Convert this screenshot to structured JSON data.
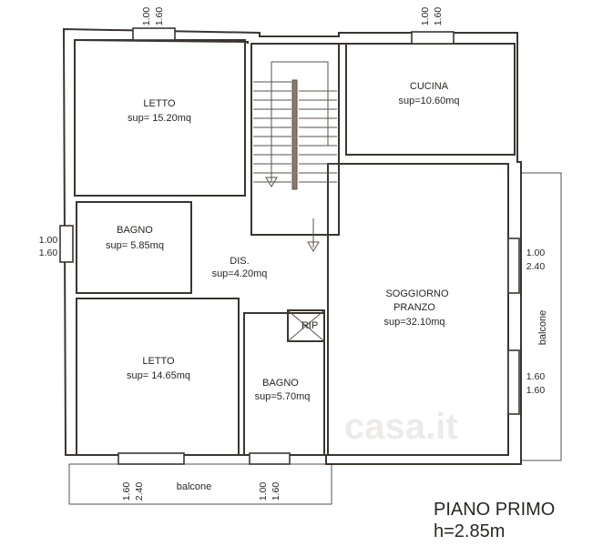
{
  "title": "PIANO PRIMO",
  "height": "h=2.85m",
  "watermark": "casa.it",
  "rooms": [
    {
      "name": "LETTO",
      "area": "sup= 15.20mq"
    },
    {
      "name": "CUCINA",
      "area": "sup=10.60mq"
    },
    {
      "name": "BAGNO",
      "area": "sup= 5.85mq"
    },
    {
      "name": "DIS.",
      "area": "sup=4.20mq"
    },
    {
      "name": "SOGGIORNO",
      "name2": "PRANZO",
      "area": "sup=32.10mq"
    },
    {
      "name": "LETTO",
      "area": "sup= 14.65mq"
    },
    {
      "name": "BAGNO",
      "area": "sup=5.70mq"
    },
    {
      "name": "RIP"
    }
  ],
  "balconies": [
    "balcone",
    "balcone"
  ],
  "openings": [
    {
      "a": "1.00",
      "b": "1.60"
    },
    {
      "a": "1.00",
      "b": "1.60"
    },
    {
      "a": "1.00",
      "b": "1.60"
    },
    {
      "a": "1.00",
      "b": "2.40"
    },
    {
      "a": "1.60",
      "b": "1.60"
    },
    {
      "a": "1.60",
      "b": "2.40"
    },
    {
      "a": "1.00",
      "b": "1.60"
    }
  ]
}
